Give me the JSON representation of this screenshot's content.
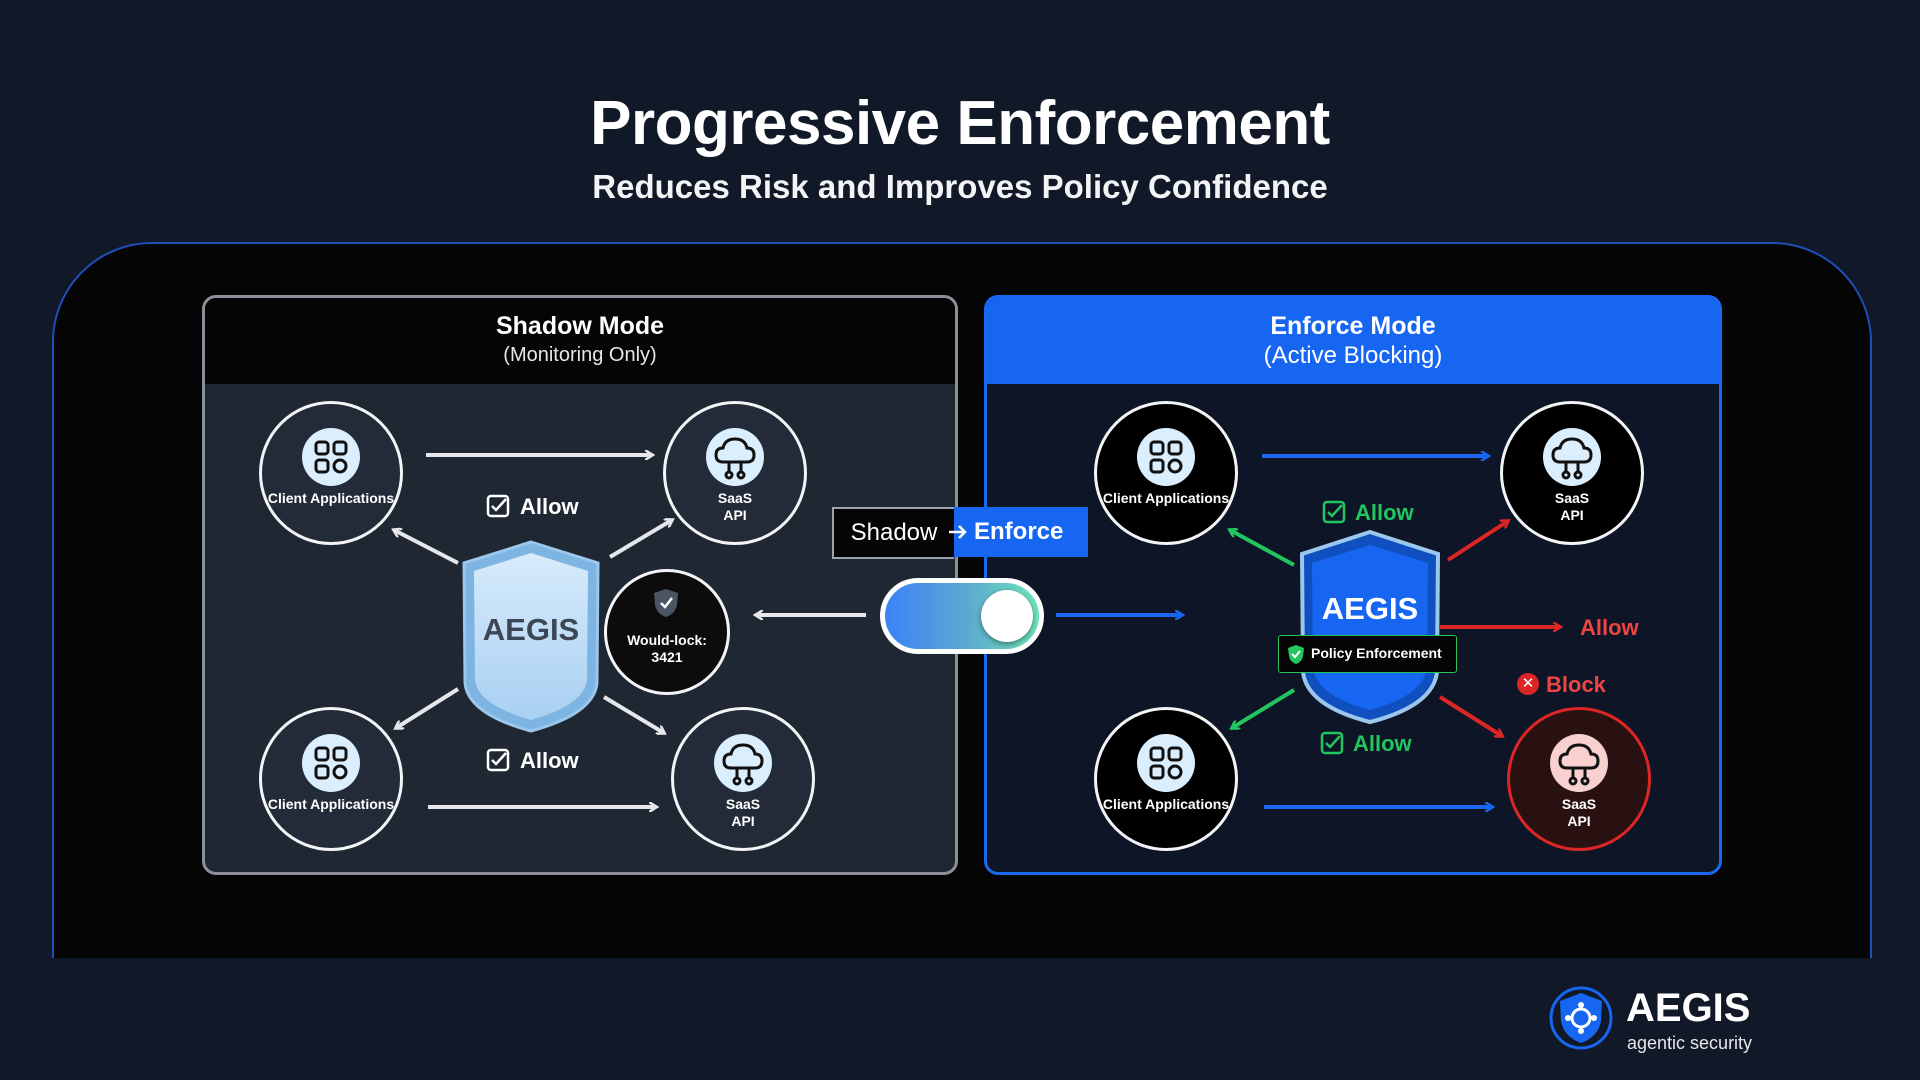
{
  "header": {
    "title": "Progressive Enforcement",
    "subtitle": "Reduces Risk and Improves Policy Confidence"
  },
  "shadow_panel": {
    "title": "Shadow Mode",
    "subtitle": "(Monitoring Only)",
    "nodes": {
      "client_top": "Client Applications",
      "saas_top": "SaaS API",
      "client_bottom": "Client Applications",
      "saas_bottom": "SaaS API"
    },
    "shield_label": "AEGIS",
    "allow_top": "Allow",
    "allow_bottom": "Allow",
    "would_block": "Would-lock: 3421"
  },
  "toggle": {
    "from_label": "Shadow",
    "to_label": "Enforce",
    "state": "on"
  },
  "enforce_panel": {
    "title": "Enforce Mode",
    "subtitle": "(Active Blocking)",
    "nodes": {
      "client_top": "Client Applications",
      "saas_top": "SaaS API",
      "client_bottom": "Client Applications",
      "saas_bottom": "SaaS API"
    },
    "shield_label": "AEGIS",
    "allow_top": "Allow",
    "allow_right": "Allow",
    "allow_bottom": "Allow",
    "block": "Block",
    "policy_badge": "Policy Enforcement"
  },
  "brand": {
    "name": "AEGIS",
    "tagline": "agentic security"
  },
  "colors": {
    "background": "#111827",
    "stage": "#050505",
    "accent_blue": "#1766f2",
    "allow_green": "#22c55e",
    "block_red": "#dc2626"
  },
  "icons": [
    "apps-grid-icon",
    "cloud-network-icon",
    "shield-check-icon",
    "checkbox-icon",
    "close-icon",
    "aegis-logo-icon"
  ]
}
